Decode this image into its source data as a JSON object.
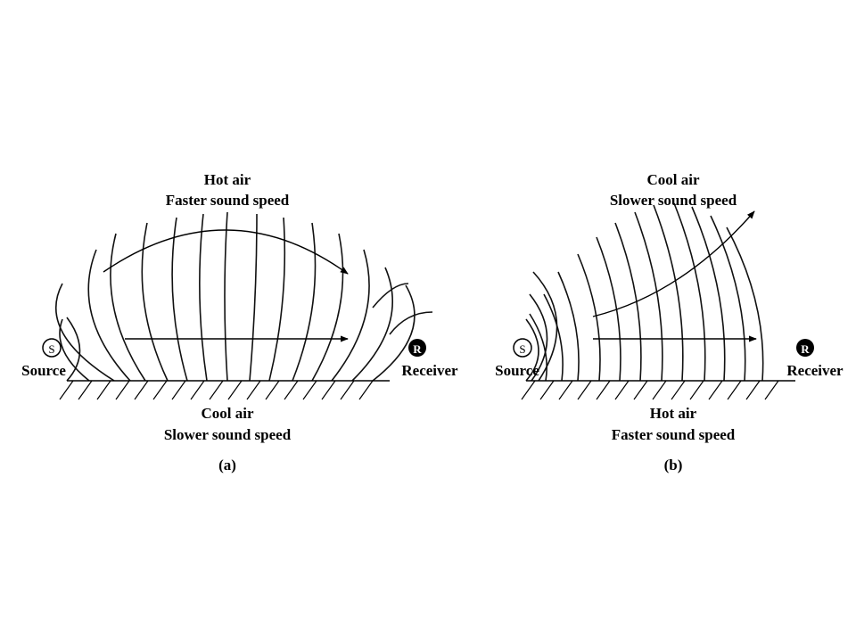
{
  "panels": [
    {
      "id": "a",
      "top_label_1": "Hot air",
      "top_label_2": "Faster sound speed",
      "bottom_label_1": "Cool air",
      "bottom_label_2": "Slower sound speed",
      "caption": "(a)",
      "source_symbol": "S",
      "source_label": "Source",
      "receiver_symbol": "R",
      "receiver_label": "Receiver"
    },
    {
      "id": "b",
      "top_label_1": "Cool air",
      "top_label_2": "Slower sound speed",
      "bottom_label_1": "Hot air",
      "bottom_label_2": "Faster sound speed",
      "caption": "(b)",
      "source_symbol": "S",
      "source_label": "Source",
      "receiver_symbol": "R",
      "receiver_label": "Receiver"
    }
  ],
  "colors": {
    "ink": "#000000",
    "background": "#ffffff"
  }
}
